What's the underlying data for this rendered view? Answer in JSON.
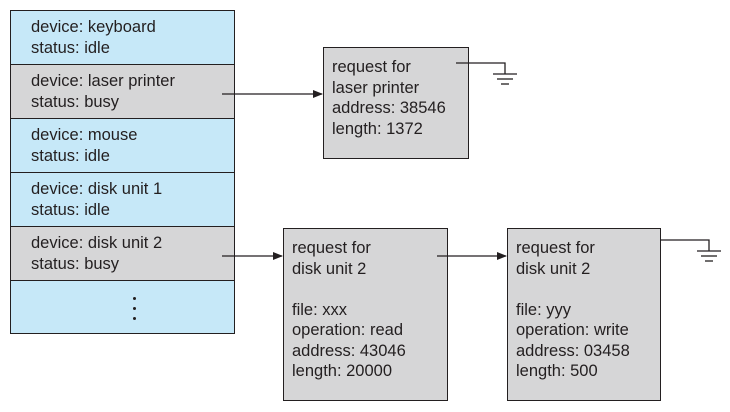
{
  "devices": [
    {
      "device_line": "device: keyboard",
      "status_line": "status: idle",
      "status": "idle"
    },
    {
      "device_line": "device: laser printer",
      "status_line": "status: busy",
      "status": "busy"
    },
    {
      "device_line": "device: mouse",
      "status_line": "status: idle",
      "status": "idle"
    },
    {
      "device_line": "device: disk unit 1",
      "status_line": "status: idle",
      "status": "idle"
    },
    {
      "device_line": "device: disk unit 2",
      "status_line": "status: busy",
      "status": "busy"
    }
  ],
  "ellipsis": "⋮",
  "printer_request": {
    "lines": [
      "request for",
      "laser printer",
      "address: 38546",
      "length: 1372"
    ]
  },
  "disk_request_1": {
    "lines": [
      "request for",
      "disk unit 2",
      "",
      "file: xxx",
      "operation: read",
      "address: 43046",
      "length: 20000"
    ]
  },
  "disk_request_2": {
    "lines": [
      "request for",
      "disk unit 2",
      "",
      "file: yyy",
      "operation: write",
      "address: 03458",
      "length: 500"
    ]
  },
  "colors": {
    "idle_fill": "#c6e8f8",
    "busy_fill": "#d6d6d7",
    "request_fill": "#d6d6d7",
    "stroke": "#231f20"
  }
}
